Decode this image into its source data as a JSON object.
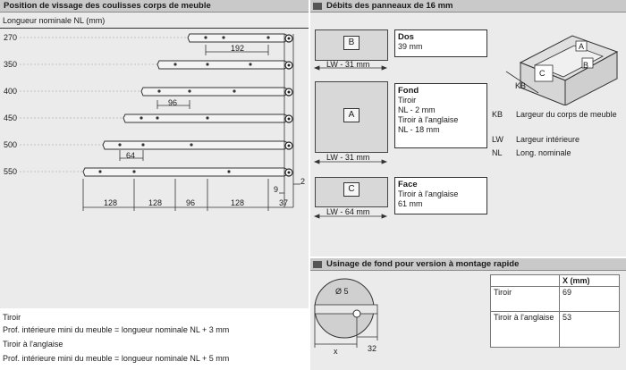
{
  "left": {
    "title": "Position de vissage des coulisses corps de meuble",
    "subtitle": "Longueur nominale NL (mm)",
    "lengths": [
      "270",
      "350",
      "400",
      "450",
      "500",
      "550"
    ],
    "dims": {
      "d192": "192",
      "d96": "96",
      "d64": "64",
      "d9": "9",
      "d2": "2"
    },
    "bottom_dims": [
      "128",
      "128",
      "96",
      "128",
      "37"
    ]
  },
  "notes": {
    "line1": "Tiroir",
    "line2": "Prof. intérieure mini du meuble = longueur nominale NL + 3 mm",
    "line3": "Tiroir à l'anglaise",
    "line4": "Prof. intérieure mini du meuble = longueur nominale NL + 5 mm"
  },
  "debits": {
    "title": "Débits des panneaux de 16 mm",
    "panels": [
      {
        "letter": "B",
        "width": "LW - 31 mm",
        "name": "Dos",
        "lines": [
          "39 mm"
        ]
      },
      {
        "letter": "A",
        "width": "LW - 31 mm",
        "name": "Fond",
        "lines": [
          "Tiroir",
          "NL - 2 mm",
          "Tiroir à l'anglaise",
          "NL - 18 mm"
        ]
      },
      {
        "letter": "C",
        "width": "LW - 64 mm",
        "name": "Face",
        "lines": [
          "Tiroir à l'anglaise",
          "61 mm"
        ]
      }
    ],
    "iso_labels": {
      "kb": "KB",
      "a": "A",
      "b": "B",
      "c": "C"
    },
    "legend": [
      {
        "key": "KB",
        "value": "Largeur du corps de meuble"
      },
      {
        "key": "LW",
        "value": "Largeur intérieure"
      },
      {
        "key": "NL",
        "value": "Long. nominale"
      }
    ]
  },
  "usinage": {
    "title": "Usinage de fond pour version à montage rapide",
    "diameter": "Ø 5",
    "dim32": "32",
    "x_label": "x",
    "table": {
      "header": "X (mm)",
      "rows": [
        {
          "label": "Tiroir",
          "value": "69"
        },
        {
          "label": "Tiroir à l'anglaise",
          "value": "53"
        }
      ]
    }
  },
  "colors": {
    "panel_bg": "#ebebeb",
    "header_bg": "#c9c9c9",
    "box_fill": "#d8d8d8"
  }
}
